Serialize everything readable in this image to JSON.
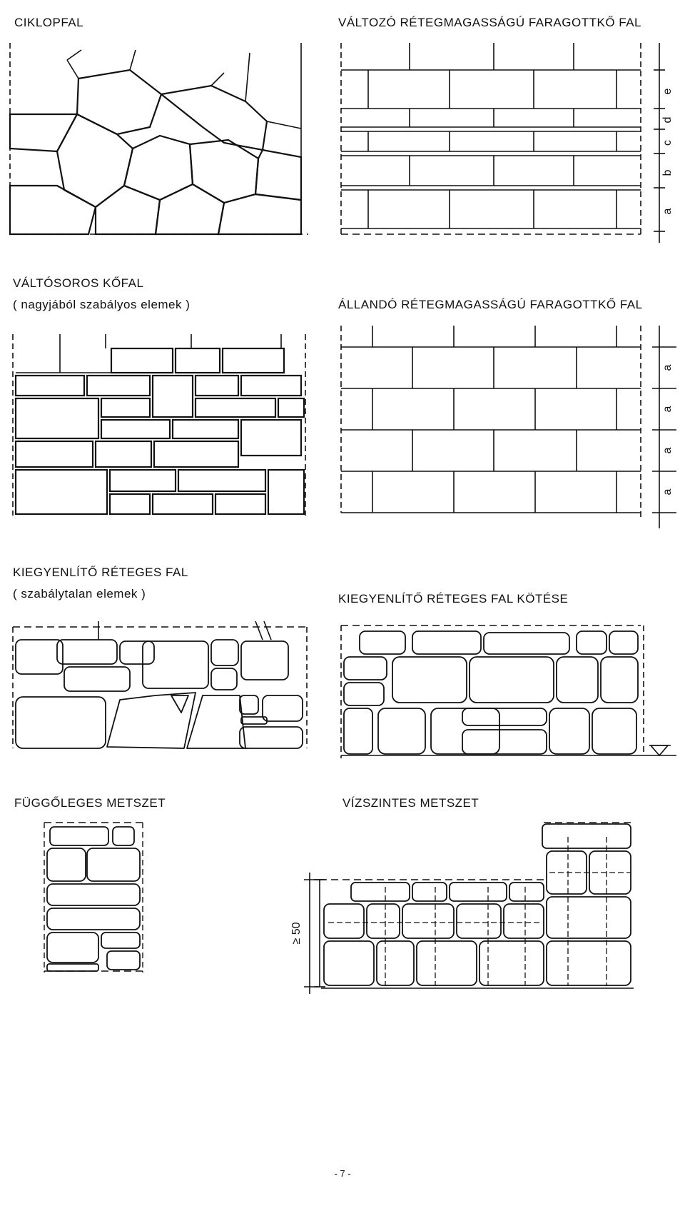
{
  "figures": [
    {
      "title": "CIKLOPFAL"
    },
    {
      "title": "VÁLTOZÓ RÉTEGMAGASSÁGÚ FARAGOTTKŐ FAL",
      "course_labels": [
        "e",
        "d",
        "c",
        "b",
        "a"
      ]
    },
    {
      "title": "VÁLTÓSOROS KŐFAL",
      "subtitle": "( nagyjából szabályos elemek )"
    },
    {
      "title": "ÁLLANDÓ RÉTEGMAGASSÁGÚ FARAGOTTKŐ FAL",
      "course_labels": [
        "a",
        "a",
        "a",
        "a"
      ]
    },
    {
      "title": "KIEGYENLÍTŐ RÉTEGES FAL",
      "subtitle": "( szabálytalan elemek )"
    },
    {
      "title": "KIEGYENLÍTŐ RÉTEGES FAL KÖTÉSE"
    },
    {
      "title": "FÜGGŐLEGES METSZET"
    },
    {
      "title": "VÍZSZINTES METSZET",
      "dimension_label": "≥ 50"
    }
  ],
  "page_number": "- 7 -"
}
